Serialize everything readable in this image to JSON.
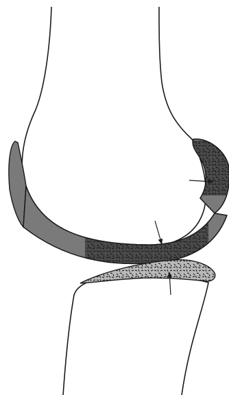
{
  "diagram": {
    "colors": {
      "background": "#ffffff",
      "outline": "#1a1a1a",
      "cartilage_gray": "#7a7a7a",
      "lesion_dark": "#4a4a4a",
      "lesion_light": "#b9b9b9",
      "speckle": "#111111"
    },
    "elements": [
      {
        "name": "femur-bone",
        "kind": "bone"
      },
      {
        "name": "tibia-bone",
        "kind": "bone"
      },
      {
        "name": "femoral-cartilage-posterior",
        "kind": "cartilage"
      },
      {
        "name": "femoral-cartilage-condyle",
        "kind": "cartilage"
      },
      {
        "name": "posterior-condyle-lesion",
        "kind": "lesion"
      },
      {
        "name": "weight-bearing-lesion",
        "kind": "lesion"
      },
      {
        "name": "tibial-plateau-lesion",
        "kind": "lesion"
      },
      {
        "name": "arrow-posterior-condyle",
        "kind": "arrow"
      },
      {
        "name": "arrow-femoral-weight-bearing",
        "kind": "arrow"
      },
      {
        "name": "arrow-tibial-plateau",
        "kind": "arrow"
      }
    ]
  }
}
